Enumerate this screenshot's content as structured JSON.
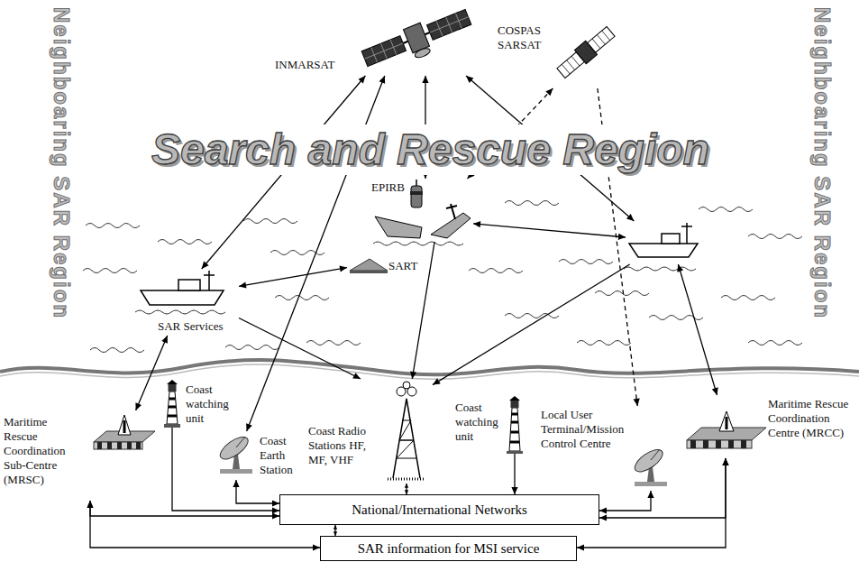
{
  "diagram": {
    "nodes": [
      {
        "text": [
          "INMARSAT"
        ]
      },
      {
        "text": [
          "COSPAS SARSAT"
        ]
      },
      {
        "text": [
          "EPIRB"
        ]
      },
      {
        "text": [
          "SART"
        ]
      },
      {
        "text": [
          "SAR Services"
        ]
      },
      {
        "text": []
      },
      {
        "text": [
          "Maritime Rescue Coordination Sub-Centre (MRSC)"
        ]
      },
      {
        "text": [
          "Coast watching unit"
        ]
      },
      {
        "text": [
          "Coast Earth Station"
        ]
      },
      {
        "text": [
          "Coast Radio Stations HF, MF, VHF"
        ]
      },
      {
        "text": [
          "Coast watching unit"
        ]
      },
      {
        "text": [
          "Local User Terminal/Mission Control Centre"
        ]
      },
      {
        "text": [
          "Maritime Rescue Coordination Centre (MRCC)"
        ]
      },
      {
        "text": [
          "National/International Networks"
        ]
      },
      {
        "text": [
          "SAR information for MSI service"
        ]
      }
    ],
    "edges": [
      {
        "from": 0,
        "to": 4,
        "arrow": "both"
      },
      {
        "from": 0,
        "to": 8,
        "arrow": "both"
      },
      {
        "from": 0,
        "to": 2,
        "arrow": "both"
      },
      {
        "from": 0,
        "to": 5,
        "arrow": "both"
      },
      {
        "from": 1,
        "to": 2,
        "arrow": "both"
      },
      {
        "from": 1,
        "to": 11,
        "arrow": "to"
      },
      {
        "from": 4,
        "to": 3,
        "arrow": "both"
      },
      {
        "from": 2,
        "to": 5,
        "arrow": "both"
      },
      {
        "from": 4,
        "to": 9,
        "arrow": "to"
      },
      {
        "from": 2,
        "to": 9,
        "arrow": "to"
      },
      {
        "from": 5,
        "to": 9,
        "arrow": "to"
      },
      {
        "from": 4,
        "to": 6,
        "arrow": "both"
      },
      {
        "from": 5,
        "to": 12,
        "arrow": "both"
      },
      {
        "from": 7,
        "to": 13,
        "arrow": "to"
      },
      {
        "from": 8,
        "to": 13,
        "arrow": "both"
      },
      {
        "from": 9,
        "to": 13,
        "arrow": "both"
      },
      {
        "from": 10,
        "to": 13,
        "arrow": "to"
      },
      {
        "from": 11,
        "to": 13,
        "arrow": "both"
      },
      {
        "from": 12,
        "to": 13,
        "arrow": "both"
      },
      {
        "from": 6,
        "to": 13,
        "arrow": "both"
      },
      {
        "from": 6,
        "to": 14,
        "arrow": "both"
      },
      {
        "from": 12,
        "to": 14,
        "arrow": "both"
      },
      {
        "from": 13,
        "to": 14,
        "arrow": "both"
      }
    ],
    "labels": [
      "Search and Rescue Region",
      "Neighboaring SAR Region",
      "Neighboaring SAR Region"
    ]
  }
}
